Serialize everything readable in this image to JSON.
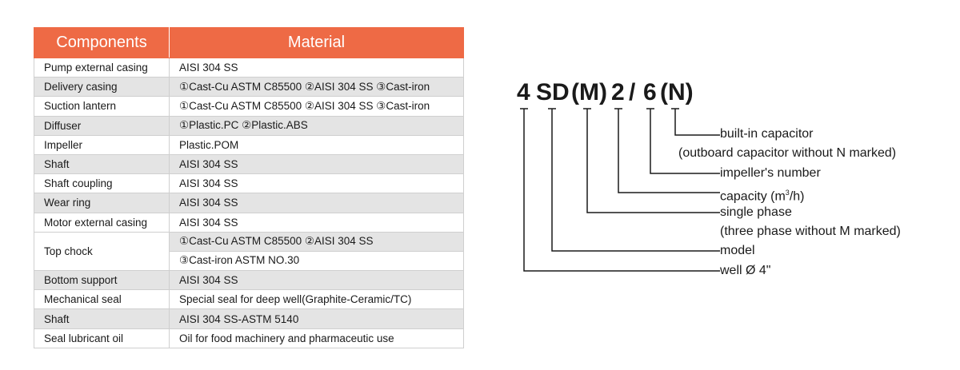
{
  "table": {
    "header": {
      "components": "Components",
      "material": "Material"
    },
    "rows": [
      {
        "component": "Pump external casing",
        "material": "AISI 304 SS"
      },
      {
        "component": "Delivery casing",
        "material": "①Cast-Cu ASTM C85500 ②AISI 304 SS ③Cast-iron"
      },
      {
        "component": "Suction lantern",
        "material": "①Cast-Cu ASTM C85500 ②AISI 304 SS ③Cast-iron"
      },
      {
        "component": "Diffuser",
        "material": "①Plastic.PC ②Plastic.ABS"
      },
      {
        "component": "Impeller",
        "material": "Plastic.POM"
      },
      {
        "component": "Shaft",
        "material": "AISI 304 SS"
      },
      {
        "component": "Shaft coupling",
        "material": "AISI 304 SS"
      },
      {
        "component": "Wear ring",
        "material": "AISI 304 SS"
      },
      {
        "component": "Motor external casing",
        "material": "AISI 304 SS"
      },
      {
        "component": "Top chock",
        "material": "①Cast-Cu ASTM C85500 ②AISI 304 SS",
        "material_2": "③Cast-iron ASTM NO.30"
      },
      {
        "component": "Bottom support",
        "material": "AISI 304 SS"
      },
      {
        "component": "Mechanical seal",
        "material": "Special seal for deep well(Graphite-Ceramic/TC)"
      },
      {
        "component": "Shaft",
        "material": "AISI 304 SS-ASTM 5140"
      },
      {
        "component": "Seal lubricant oil",
        "material": "Oil for food machinery and pharmaceutic use"
      }
    ]
  },
  "model_code": {
    "parts": [
      "4",
      "SD",
      "(M)",
      "2",
      "/",
      "6",
      "(N)"
    ],
    "descriptions": {
      "capacitor": "built-in capacitor",
      "capacitor_note": "(outboard capacitor without N marked)",
      "impeller": "impeller's number",
      "capacity_prefix": "capacity (m",
      "capacity_sup": "3",
      "capacity_suffix": "/h)",
      "phase": "single phase",
      "phase_note": "(three phase without M marked)",
      "model": "model",
      "well": "well Ø 4\""
    }
  }
}
